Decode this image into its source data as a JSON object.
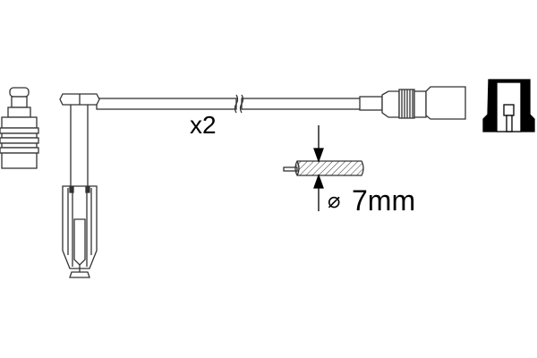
{
  "diagram": {
    "quantity_label": "x2",
    "diameter_symbol": "⌀",
    "diameter_value": "7mm",
    "colors": {
      "line": "#333333",
      "fill": "#ffffff",
      "cap": "#000000"
    },
    "parts": [
      "spark-plug-connector",
      "angled-plug-boot",
      "ignition-cable",
      "coil-connector",
      "coil-cap",
      "cable-cross-section"
    ]
  }
}
